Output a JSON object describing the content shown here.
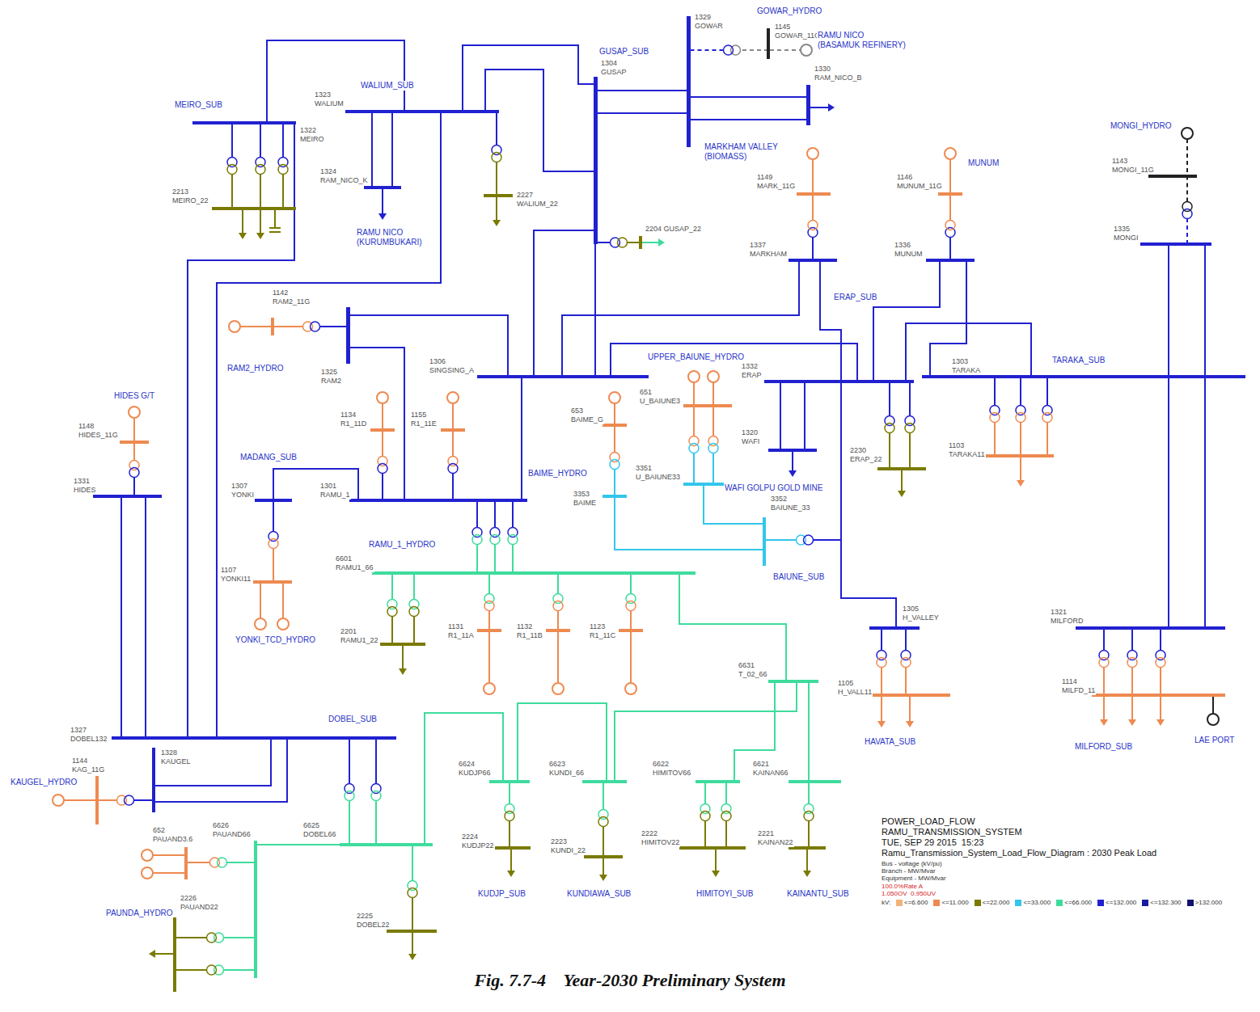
{
  "diagram": {
    "caption": "Fig. 7.7-4    Year-2030 Preliminary System",
    "nodes": [
      {
        "text": [
          "GOWAR_HYDRO",
          "1145 GOWAR_11G"
        ]
      },
      {
        "text": [
          "1329 GOWAR"
        ]
      },
      {
        "text": [
          "RAMU NICO (BASAMUK REFINERY)",
          "1330 RAM_NICO_B"
        ]
      },
      {
        "text": [
          "MEIRO_SUB",
          "1322 MEIRO"
        ]
      },
      {
        "text": [
          "WALIUM_SUB",
          "1323 WALIUM"
        ]
      },
      {
        "text": [
          "GUSAP_SUB",
          "1304 GUSAP"
        ]
      },
      {
        "text": [
          "1324 RAM_NICO_K",
          "RAMU NICO (KURUMBUKARI)"
        ]
      },
      {
        "text": [
          "2213 MEIRO_22"
        ]
      },
      {
        "text": [
          "2227 WALIUM_22"
        ]
      },
      {
        "text": [
          "2204 GUSAP_22"
        ]
      },
      {
        "text": [
          "MARKHAM VALLEY (BIOMASS)",
          "1149 MARK_11G"
        ]
      },
      {
        "text": [
          "1337 MARKHAM"
        ]
      },
      {
        "text": [
          "MUNUM",
          "1146 MUNUM_11G"
        ]
      },
      {
        "text": [
          "1336 MUNUM"
        ]
      },
      {
        "text": [
          "MONGI_HYDRO",
          "1143 MONGI_11G"
        ]
      },
      {
        "text": [
          "1335 MONGI"
        ]
      },
      {
        "text": [
          "1142 RAM2_11G",
          "RAM2_HYDRO"
        ]
      },
      {
        "text": [
          "1325 RAM2"
        ]
      },
      {
        "text": [
          "HIDES G/T",
          "1148 HIDES_11G"
        ]
      },
      {
        "text": [
          "1331 HIDES"
        ]
      },
      {
        "text": [
          "1306 SINGSING_A"
        ]
      },
      {
        "text": [
          "1134 R1_11D"
        ]
      },
      {
        "text": [
          "1155 R1_11E"
        ]
      },
      {
        "text": [
          "653 BAIME_G"
        ]
      },
      {
        "text": [
          "UPPER_BAIUNE_HYDRO",
          "651 U_BAIUNE3"
        ]
      },
      {
        "text": [
          "ERAP_SUB",
          "1332 ERAP"
        ]
      },
      {
        "text": [
          "TARAKA_SUB",
          "1303 TARAKA"
        ]
      },
      {
        "text": [
          "1320 WAFI",
          "WAFI GOLPU GOLD MINE"
        ]
      },
      {
        "text": [
          "2230 ERAP_22"
        ]
      },
      {
        "text": [
          "1103 TARAKA11"
        ]
      },
      {
        "text": [
          "MADANG_SUB",
          "1307 YONKI"
        ]
      },
      {
        "text": [
          "1301 RAMU_1"
        ]
      },
      {
        "text": [
          "BAIME_HYDRO",
          "3353 BAIME"
        ]
      },
      {
        "text": [
          "3351 U_BAIUNE33"
        ]
      },
      {
        "text": [
          "3352 BAIUNE_33",
          "BAIUNE_SUB"
        ]
      },
      {
        "text": [
          "RAMU_1_HYDRO",
          "6601 RAMU1_66"
        ]
      },
      {
        "text": [
          "1107 YONKI11",
          "YONKI_TCD_HYDRO"
        ]
      },
      {
        "text": [
          "1305 H_VALLEY"
        ]
      },
      {
        "text": [
          "1321 MILFORD"
        ]
      },
      {
        "text": [
          "2201 RAMU1_22"
        ]
      },
      {
        "text": [
          "1131 R1_11A"
        ]
      },
      {
        "text": [
          "1132 R1_11B"
        ]
      },
      {
        "text": [
          "1123 R1_11C"
        ]
      },
      {
        "text": [
          "6631 T_02_66"
        ]
      },
      {
        "text": [
          "1105 H_VALL11",
          "HAVATA_SUB"
        ]
      },
      {
        "text": [
          "1114 MILFD_11",
          "MILFORD_SUB",
          "LAE PORT"
        ]
      },
      {
        "text": [
          "DOBEL_SUB",
          "1327 DOBEL132"
        ]
      },
      {
        "text": [
          "KAUGEL_HYDRO",
          "1144 KAG_11G"
        ]
      },
      {
        "text": [
          "1328 KAUGEL"
        ]
      },
      {
        "text": [
          "6624 KUDJP66"
        ]
      },
      {
        "text": [
          "6623 KUNDI_66"
        ]
      },
      {
        "text": [
          "6622 HIMITOV66"
        ]
      },
      {
        "text": [
          "6621 KAINAN66"
        ]
      },
      {
        "text": [
          "6625 DOBEL66"
        ]
      },
      {
        "text": [
          "652 PAUAND3.6",
          "PAUNDA_HYDRO"
        ]
      },
      {
        "text": [
          "6626 PAUAND66"
        ]
      },
      {
        "text": [
          "2224 KUDJP22",
          "KUDJP_SUB"
        ]
      },
      {
        "text": [
          "2223 KUNDI_22",
          "KUNDIAWA_SUB"
        ]
      },
      {
        "text": [
          "2222 HIMITOV22",
          "HIMITOYI_SUB"
        ]
      },
      {
        "text": [
          "2221 KAINAN22",
          "KAINANTU_SUB"
        ]
      },
      {
        "text": [
          "2225 DOBEL22"
        ]
      },
      {
        "text": [
          "2226 PAUAND22"
        ]
      }
    ],
    "edges": [
      {
        "from": 0,
        "to": 1,
        "arrow": "none"
      },
      {
        "from": 5,
        "to": 1,
        "arrow": "none"
      },
      {
        "from": 5,
        "to": 1,
        "arrow": "none"
      },
      {
        "from": 1,
        "to": 2,
        "arrow": "none"
      },
      {
        "from": 1,
        "to": 2,
        "arrow": "none"
      },
      {
        "from": 3,
        "to": 4,
        "arrow": "none"
      },
      {
        "from": 3,
        "to": 46,
        "arrow": "none"
      },
      {
        "from": 4,
        "to": 46,
        "arrow": "none"
      },
      {
        "from": 4,
        "to": 5,
        "arrow": "none"
      },
      {
        "from": 4,
        "to": 5,
        "arrow": "none"
      },
      {
        "from": 4,
        "to": 6,
        "arrow": "none"
      },
      {
        "from": 4,
        "to": 6,
        "arrow": "none"
      },
      {
        "from": 4,
        "to": 8,
        "arrow": "none"
      },
      {
        "from": 3,
        "to": 7,
        "arrow": "none"
      },
      {
        "from": 3,
        "to": 7,
        "arrow": "none"
      },
      {
        "from": 3,
        "to": 7,
        "arrow": "none"
      },
      {
        "from": 5,
        "to": 9,
        "arrow": "none"
      },
      {
        "from": 5,
        "to": 20,
        "arrow": "none"
      },
      {
        "from": 5,
        "to": 20,
        "arrow": "none"
      },
      {
        "from": 16,
        "to": 17,
        "arrow": "none"
      },
      {
        "from": 17,
        "to": 20,
        "arrow": "none"
      },
      {
        "from": 17,
        "to": 31,
        "arrow": "none"
      },
      {
        "from": 20,
        "to": 31,
        "arrow": "none"
      },
      {
        "from": 20,
        "to": 11,
        "arrow": "none"
      },
      {
        "from": 20,
        "to": 25,
        "arrow": "none"
      },
      {
        "from": 11,
        "to": 10,
        "arrow": "none"
      },
      {
        "from": 11,
        "to": 37,
        "arrow": "none"
      },
      {
        "from": 13,
        "to": 12,
        "arrow": "none"
      },
      {
        "from": 13,
        "to": 25,
        "arrow": "none"
      },
      {
        "from": 13,
        "to": 26,
        "arrow": "none"
      },
      {
        "from": 25,
        "to": 26,
        "arrow": "none"
      },
      {
        "from": 25,
        "to": 27,
        "arrow": "none"
      },
      {
        "from": 25,
        "to": 27,
        "arrow": "none"
      },
      {
        "from": 25,
        "to": 28,
        "arrow": "none"
      },
      {
        "from": 25,
        "to": 28,
        "arrow": "none"
      },
      {
        "from": 26,
        "to": 29,
        "arrow": "none"
      },
      {
        "from": 26,
        "to": 29,
        "arrow": "none"
      },
      {
        "from": 26,
        "to": 29,
        "arrow": "none"
      },
      {
        "from": 15,
        "to": 26,
        "arrow": "none"
      },
      {
        "from": 15,
        "to": 26,
        "arrow": "none"
      },
      {
        "from": 26,
        "to": 38,
        "arrow": "none"
      },
      {
        "from": 26,
        "to": 38,
        "arrow": "none"
      },
      {
        "from": 15,
        "to": 14,
        "arrow": "none"
      },
      {
        "from": 38,
        "to": 45,
        "arrow": "none"
      },
      {
        "from": 38,
        "to": 45,
        "arrow": "none"
      },
      {
        "from": 38,
        "to": 45,
        "arrow": "none"
      },
      {
        "from": 37,
        "to": 44,
        "arrow": "none"
      },
      {
        "from": 37,
        "to": 44,
        "arrow": "none"
      },
      {
        "from": 24,
        "to": 33,
        "arrow": "none"
      },
      {
        "from": 24,
        "to": 33,
        "arrow": "none"
      },
      {
        "from": 23,
        "to": 32,
        "arrow": "none"
      },
      {
        "from": 32,
        "to": 34,
        "arrow": "none"
      },
      {
        "from": 33,
        "to": 34,
        "arrow": "none"
      },
      {
        "from": 34,
        "to": 37,
        "arrow": "none"
      },
      {
        "from": 31,
        "to": 30,
        "arrow": "none"
      },
      {
        "from": 30,
        "to": 36,
        "arrow": "none"
      },
      {
        "from": 21,
        "to": 31,
        "arrow": "none"
      },
      {
        "from": 22,
        "to": 31,
        "arrow": "none"
      },
      {
        "from": 31,
        "to": 35,
        "arrow": "none"
      },
      {
        "from": 31,
        "to": 35,
        "arrow": "none"
      },
      {
        "from": 31,
        "to": 35,
        "arrow": "none"
      },
      {
        "from": 35,
        "to": 39,
        "arrow": "none"
      },
      {
        "from": 35,
        "to": 39,
        "arrow": "none"
      },
      {
        "from": 35,
        "to": 40,
        "arrow": "none"
      },
      {
        "from": 35,
        "to": 41,
        "arrow": "none"
      },
      {
        "from": 35,
        "to": 42,
        "arrow": "none"
      },
      {
        "from": 35,
        "to": 43,
        "arrow": "none"
      },
      {
        "from": 43,
        "to": 51,
        "arrow": "none"
      },
      {
        "from": 43,
        "to": 52,
        "arrow": "none"
      },
      {
        "from": 50,
        "to": 43,
        "arrow": "none"
      },
      {
        "from": 49,
        "to": 50,
        "arrow": "none"
      },
      {
        "from": 53,
        "to": 49,
        "arrow": "none"
      },
      {
        "from": 49,
        "to": 56,
        "arrow": "none"
      },
      {
        "from": 50,
        "to": 57,
        "arrow": "none"
      },
      {
        "from": 51,
        "to": 58,
        "arrow": "none"
      },
      {
        "from": 51,
        "to": 58,
        "arrow": "none"
      },
      {
        "from": 52,
        "to": 59,
        "arrow": "none"
      },
      {
        "from": 46,
        "to": 53,
        "arrow": "none"
      },
      {
        "from": 46,
        "to": 53,
        "arrow": "none"
      },
      {
        "from": 53,
        "to": 60,
        "arrow": "none"
      },
      {
        "from": 53,
        "to": 55,
        "arrow": "none"
      },
      {
        "from": 54,
        "to": 55,
        "arrow": "none"
      },
      {
        "from": 55,
        "to": 61,
        "arrow": "none"
      },
      {
        "from": 55,
        "to": 61,
        "arrow": "none"
      },
      {
        "from": 46,
        "to": 19,
        "arrow": "none"
      },
      {
        "from": 46,
        "to": 19,
        "arrow": "none"
      },
      {
        "from": 18,
        "to": 19,
        "arrow": "none"
      },
      {
        "from": 46,
        "to": 48,
        "arrow": "none"
      },
      {
        "from": 46,
        "to": 48,
        "arrow": "none"
      },
      {
        "from": 47,
        "to": 48,
        "arrow": "none"
      }
    ],
    "labels": [
      "POWER_LOAD_FLOW",
      "RAMU_TRANSMISSION_SYSTEM",
      "TUE, SEP 29 2015  15:23",
      "Ramu_Transmission_System_Load_Flow_Diagram : 2030 Peak Load",
      "Bus - voltage (kV/pu)",
      "Branch - MW/Mvar",
      "Equipment - MW/Mvar",
      "100.0%Rate A",
      "1.050OV  0.950UV",
      "kV:"
    ],
    "legend": [
      {
        "text": "<=6.600",
        "color": "#f2b27a"
      },
      {
        "text": "<=11.000",
        "color": "#ee8a50"
      },
      {
        "text": "<=22.000",
        "color": "#7a7a00"
      },
      {
        "text": "<=33.000",
        "color": "#33c6ec"
      },
      {
        "text": "<=66.000",
        "color": "#3edc9c"
      },
      {
        "text": "<=132.000",
        "color": "#2121d0"
      },
      {
        "text": "<=132.300",
        "color": "#1a1aa0"
      },
      {
        "text": ">132.000",
        "color": "#101070"
      }
    ]
  }
}
